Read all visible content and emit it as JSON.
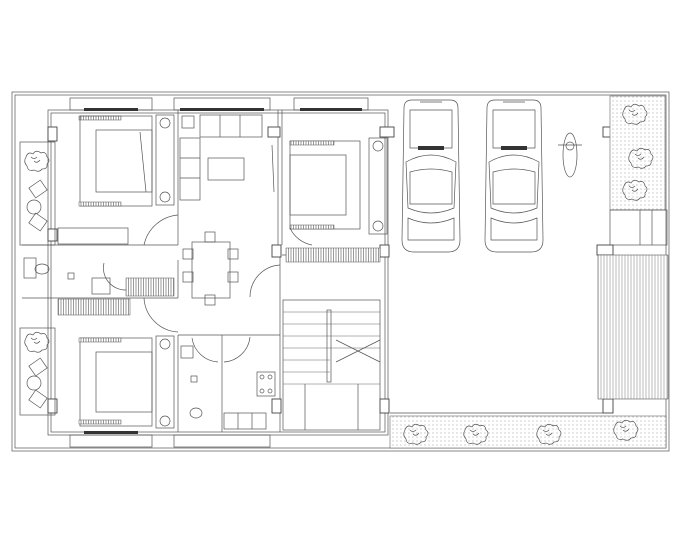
{
  "drawing": {
    "type": "architectural-floor-plan",
    "line_color": "#555555",
    "background": "#ffffff",
    "rooms": [
      "bedroom",
      "bedroom",
      "bedroom",
      "living",
      "dining",
      "kitchen",
      "bathroom",
      "bathroom",
      "staircase",
      "balcony",
      "balcony",
      "parking",
      "ramp",
      "planter",
      "planter"
    ],
    "vehicles": {
      "cars": 2,
      "motorcycles": 1
    }
  }
}
